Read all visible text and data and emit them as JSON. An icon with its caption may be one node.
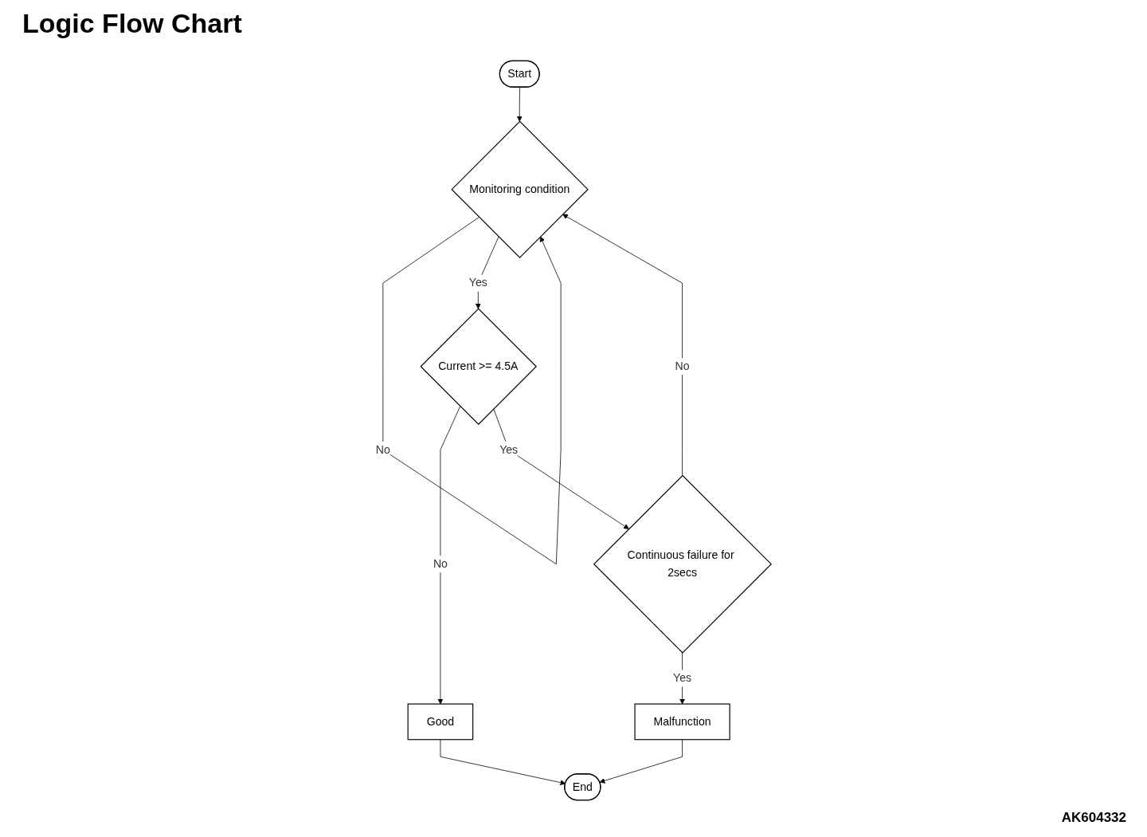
{
  "diagram": {
    "title": "Logic Flow Chart",
    "nodes": [
      {
        "text": [
          "Start"
        ]
      },
      {
        "text": [
          "Monitoring condition"
        ]
      },
      {
        "text": [
          "Current >= 4.5A"
        ]
      },
      {
        "text": [
          "Continuous failure for 2secs"
        ]
      },
      {
        "text": [
          "Malfunction"
        ]
      },
      {
        "text": [
          "Good"
        ]
      },
      {
        "text": [
          "End"
        ]
      }
    ],
    "edges": [
      {
        "from": 0,
        "to": 1,
        "arrow": "to"
      },
      {
        "from": 1,
        "to": 1,
        "label": "No",
        "arrow": "to"
      },
      {
        "from": 1,
        "to": 2,
        "label": "Yes",
        "arrow": "to"
      },
      {
        "from": 2,
        "to": 5,
        "label": "No",
        "arrow": "to"
      },
      {
        "from": 2,
        "to": 3,
        "label": "Yes",
        "arrow": "to"
      },
      {
        "from": 3,
        "to": 1,
        "label": "No",
        "arrow": "to"
      },
      {
        "from": 3,
        "to": 4,
        "label": "Yes",
        "arrow": "to"
      },
      {
        "from": 4,
        "to": 6,
        "arrow": "to"
      },
      {
        "from": 5,
        "to": 6,
        "arrow": "to"
      }
    ],
    "labels": [
      "AK604332"
    ]
  }
}
